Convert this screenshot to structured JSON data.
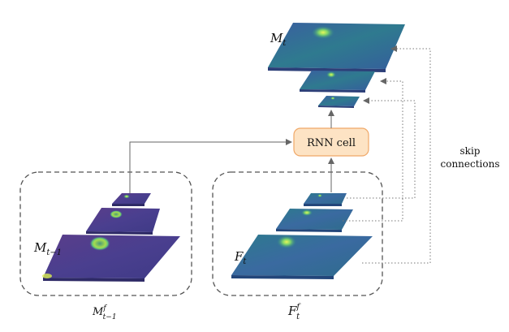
{
  "labels": {
    "m_t_base": "M",
    "m_t_sub": "t",
    "m_prev_base": "M",
    "m_prev_sub": "t−1",
    "f_t_base": "F",
    "f_t_sub": "t",
    "m_prev_f_base": "M",
    "m_prev_f_sup": "f",
    "m_prev_f_sub": "t−1",
    "f_t_f_base": "F",
    "f_t_f_sup": "f",
    "f_t_f_sub": "t",
    "rnn_cell": "RNN cell",
    "skip_line1": "skip",
    "skip_line2": "connections"
  },
  "colors": {
    "rnn_fill": "#fde3c4",
    "rnn_stroke": "#f0a868",
    "map_purple": "#46337e",
    "map_teal": "#2e6e8e",
    "map_blue": "#3b5a99",
    "highlight": "#b5de2b",
    "arrow": "#666666",
    "dashed_box": "#555555"
  }
}
